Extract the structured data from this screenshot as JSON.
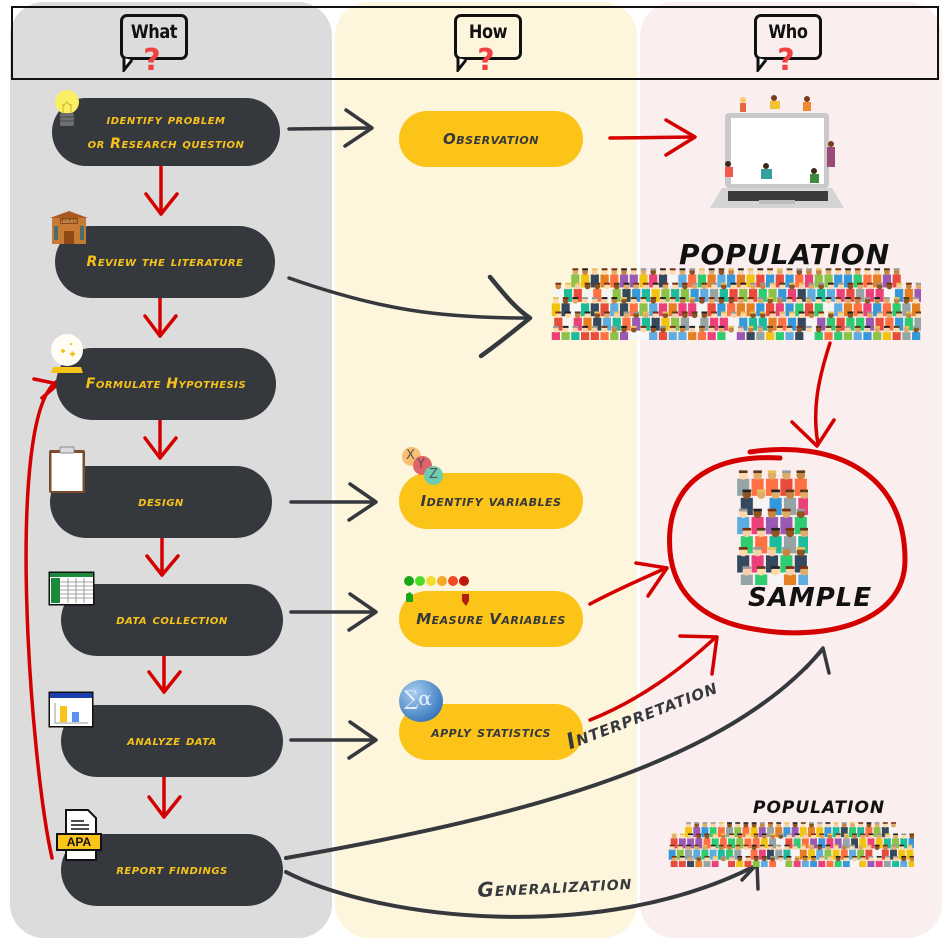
{
  "columns": [
    {
      "key": "what",
      "label": "What",
      "mark": "?"
    },
    {
      "key": "how",
      "label": "How",
      "mark": "?"
    },
    {
      "key": "who",
      "label": "Who",
      "mark": "?"
    }
  ],
  "steps": [
    {
      "label_line1": "identify problem",
      "label_line2": "or Research question",
      "icon": "lightbulb-icon"
    },
    {
      "label": "Review the literature",
      "icon": "library-icon"
    },
    {
      "label": "Formulate Hypothesis",
      "icon": "crystal-ball-icon"
    },
    {
      "label": "design",
      "icon": "clipboard-icon"
    },
    {
      "label": "data collection",
      "icon": "spreadsheet-icon"
    },
    {
      "label": "analyze data",
      "icon": "bar-chart-icon"
    },
    {
      "label": "report findings",
      "icon": "apa-document-icon",
      "icon_text": "APA"
    }
  ],
  "methods": [
    {
      "label": "Observation"
    },
    {
      "label": "Identify variables",
      "icon": "xyz-variables-icon",
      "icon_letters": [
        "X",
        "Y",
        "Z"
      ]
    },
    {
      "label": "Measure Variables",
      "icon": "rating-scale-icon"
    },
    {
      "label": "apply statistics",
      "icon": "statistics-sigma-icon",
      "icon_text": "∑α"
    }
  ],
  "who": {
    "population_label": "POPULATION",
    "sample_label": "SAMPLE",
    "population_small_label": "POPULATION"
  },
  "connectors": {
    "interpretation_label": "Interpretation",
    "generalization_label": "Generalization"
  },
  "colors": {
    "what_bg": "#dcdcdc",
    "how_bg": "#fdf6dc",
    "who_bg": "#fbeeee",
    "step_fill": "#35383d",
    "step_text": "#f7c21a",
    "pill_fill": "#fcc419",
    "arrow_red": "#d40000",
    "arrow_dark": "#35383d"
  }
}
